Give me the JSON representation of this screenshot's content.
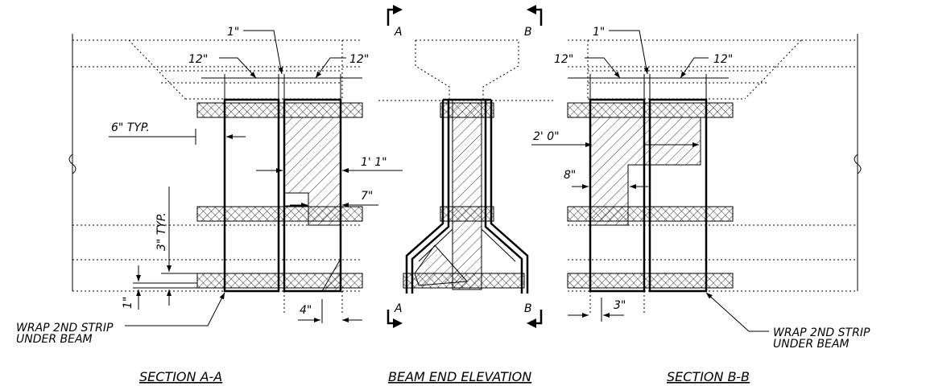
{
  "labels": {
    "a_1in_top": "1\"",
    "a_12in_left": "12\"",
    "a_12in_right": "12\"",
    "a_6in_typ": "6\" TYP.",
    "a_1ft1in": "1' 1\"",
    "a_7in": "7\"",
    "a_3in_typ": "3\" TYP.",
    "a_1in_side": "1\"",
    "a_4in": "4\"",
    "a_wrap_line1": "WRAP 2ND STRIP",
    "a_wrap_line2": "UNDER BEAM",
    "sec_a_left": "A",
    "sec_b_right": "B",
    "sec_a_bottom": "A",
    "sec_b_bottom": "B",
    "b_1in_top": "1\"",
    "b_12in_left": "12\"",
    "b_12in_right": "12\"",
    "b_2ft0in": "2' 0\"",
    "b_8in": "8\"",
    "b_3in": "3\"",
    "b_wrap_line1": "WRAP 2ND STRIP",
    "b_wrap_line2": "UNDER BEAM"
  },
  "titles": {
    "section_a": "SECTION A-A",
    "beam_end": "BEAM END ELEVATION",
    "section_b": "SECTION B-B"
  }
}
